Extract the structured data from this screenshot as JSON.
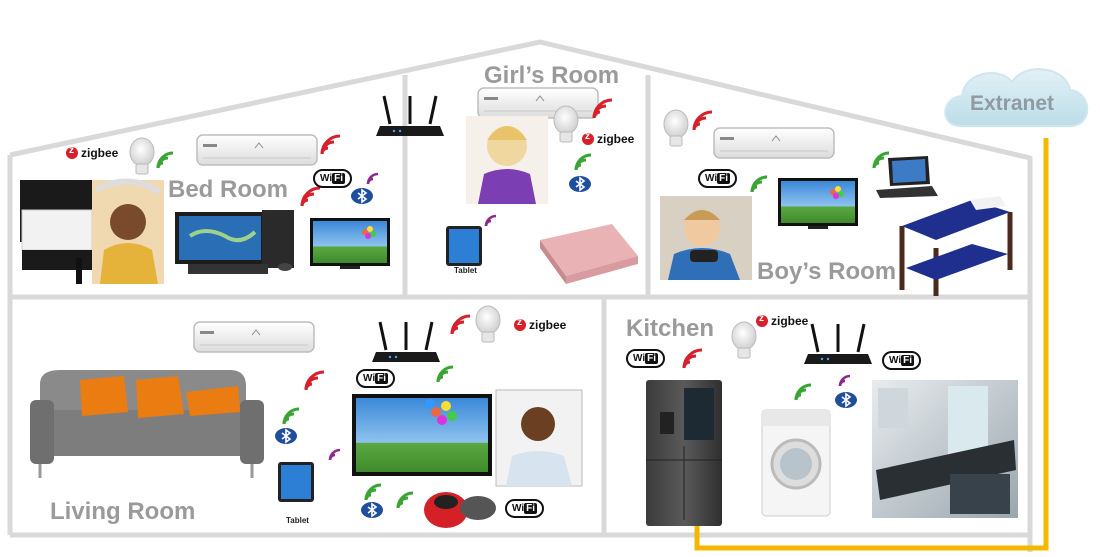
{
  "rooms": {
    "bed_room": "Bed Room",
    "girls_room": "Girl’s Room",
    "boys_room": "Boy’s Room",
    "living_room": "Living Room",
    "kitchen": "Kitchen"
  },
  "cloud": {
    "label": "Extranet"
  },
  "badges": {
    "zigbee": "zigbee",
    "wifi_w": "Wi",
    "wifi_fi": "Fi",
    "tablet": "Tablet"
  },
  "colors": {
    "house_outline": "#d9d9d9",
    "extranet_link": "#f5b800",
    "signal_red": "#d6202b",
    "signal_green": "#3aa535",
    "signal_purple": "#8b2a8c",
    "bluetooth_blue": "#1f4e9c",
    "cloud": "#cfe6ef"
  },
  "icons": [
    "router-icon",
    "air-conditioner-icon",
    "light-bulb-icon",
    "tv-icon",
    "desktop-computer-icon",
    "laptop-icon",
    "tablet-icon",
    "bed-icon",
    "bunk-bed-icon",
    "sofa-icon",
    "refrigerator-icon",
    "washing-machine-icon",
    "robot-vacuum-icon",
    "mattress-icon",
    "bluetooth-icon",
    "cloud-icon"
  ]
}
